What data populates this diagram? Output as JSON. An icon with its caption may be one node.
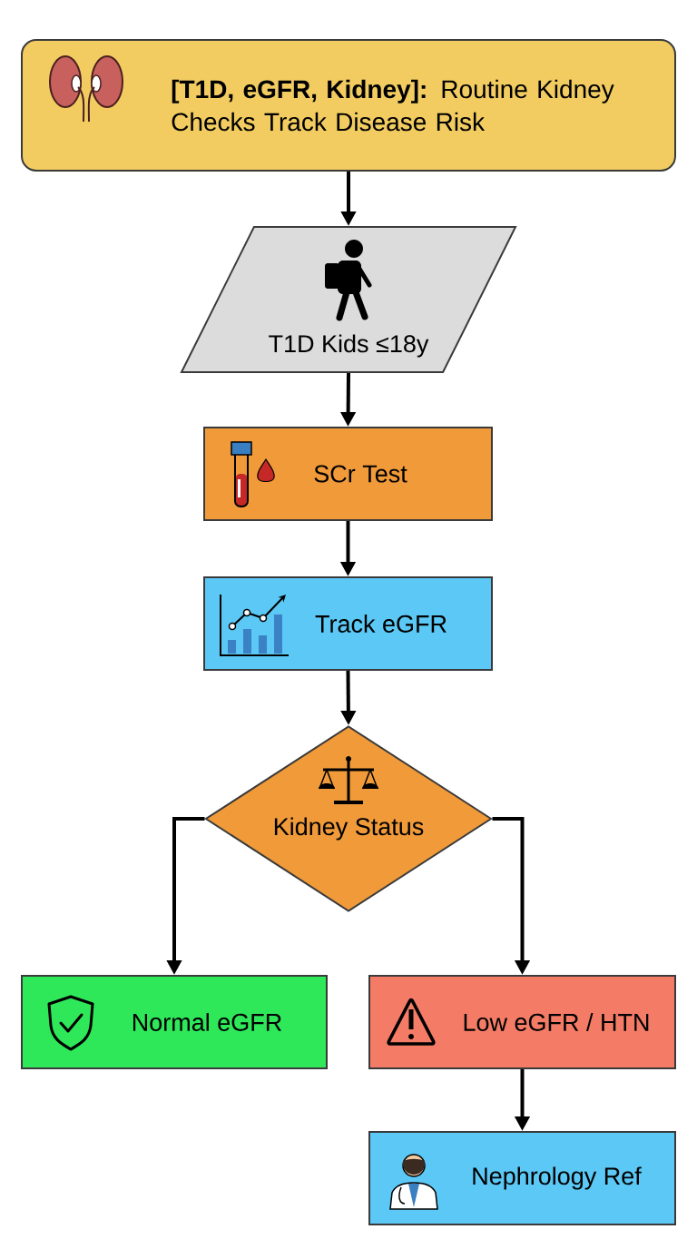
{
  "diagram": {
    "nodes": [
      {
        "text": [
          "**[T1D, eGFR, Kidney]:** Routine Kidney Checks Track Disease Risk"
        ]
      },
      {
        "text": [
          "T1D Kids ≤18y"
        ]
      },
      {
        "text": [
          "SCr Test"
        ]
      },
      {
        "text": [
          "Track eGFR"
        ]
      },
      {
        "text": [
          "Kidney Status"
        ]
      },
      {
        "text": [
          "Normal eGFR"
        ]
      },
      {
        "text": [
          "Low eGFR / HTN"
        ]
      },
      {
        "text": [
          "Nephrology Ref"
        ]
      }
    ],
    "edges": [
      {
        "from": 0,
        "to": 1,
        "arrow": "to"
      },
      {
        "from": 1,
        "to": 2,
        "arrow": "to"
      },
      {
        "from": 2,
        "to": 3,
        "arrow": "to"
      },
      {
        "from": 3,
        "to": 4,
        "arrow": "to"
      },
      {
        "from": 4,
        "to": 5,
        "arrow": "to"
      },
      {
        "from": 4,
        "to": 6,
        "arrow": "to"
      },
      {
        "from": 6,
        "to": 7,
        "arrow": "to"
      }
    ]
  }
}
